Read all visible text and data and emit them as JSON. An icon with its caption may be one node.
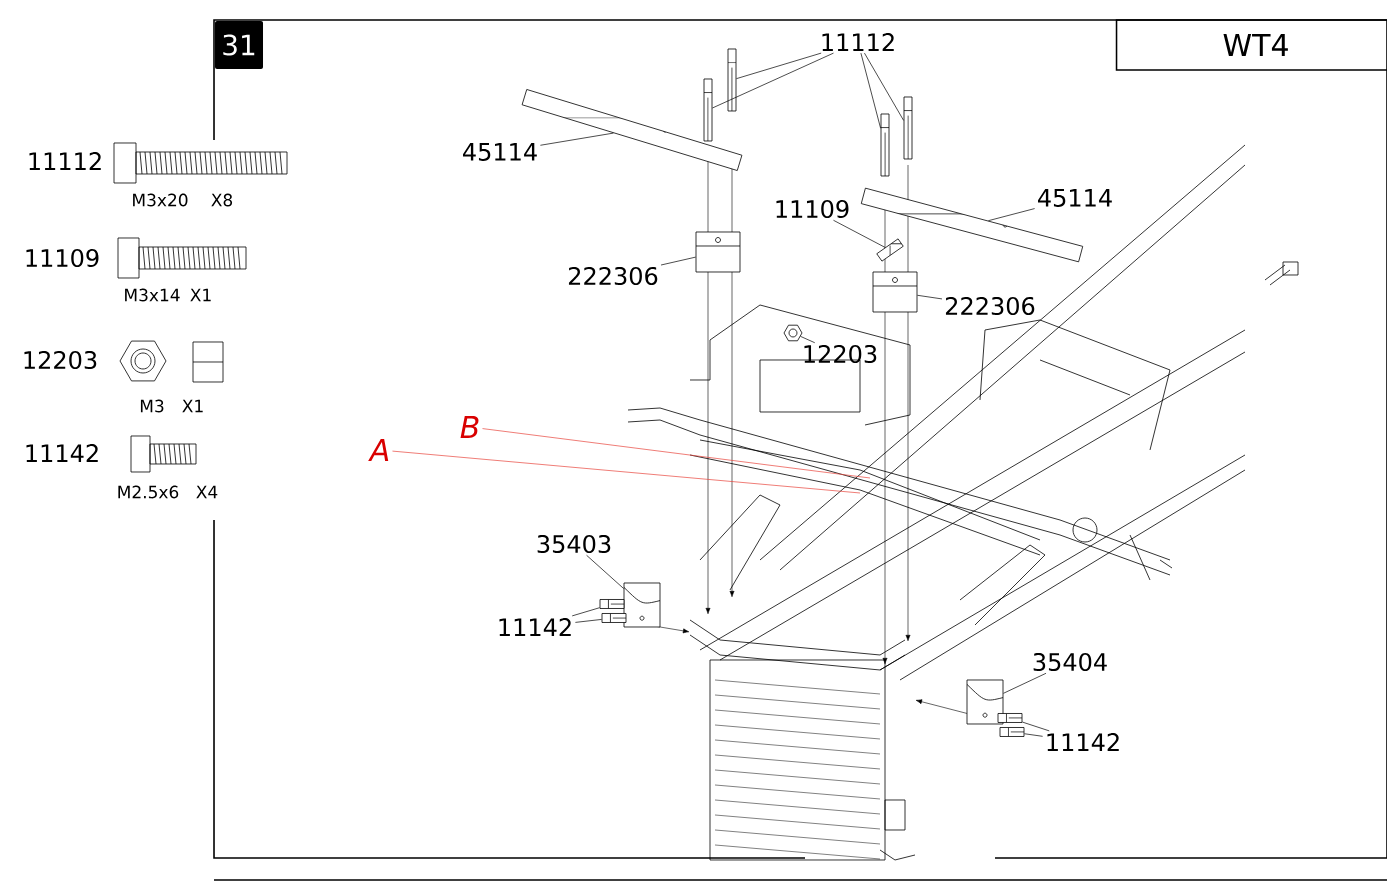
{
  "diagram": {
    "nodes": [
      {
        "text": [
          "31"
        ]
      },
      {
        "text": [
          "WT4"
        ]
      },
      {
        "text": [
          "45114"
        ]
      },
      {
        "text": [],
        "shape": "picture"
      },
      {
        "text": [
          "11112"
        ]
      },
      {
        "text": [],
        "shape": "picture"
      },
      {
        "text": [],
        "shape": "picture"
      },
      {
        "text": [],
        "shape": "picture"
      },
      {
        "text": [],
        "shape": "picture"
      },
      {
        "text": [
          "11109"
        ]
      },
      {
        "text": [],
        "shape": "picture"
      },
      {
        "text": [
          "45114"
        ]
      },
      {
        "text": [],
        "shape": "picture"
      },
      {
        "text": [
          "222306"
        ]
      },
      {
        "text": [],
        "shape": "picture"
      },
      {
        "text": [
          "222306"
        ]
      },
      {
        "text": [],
        "shape": "picture"
      },
      {
        "text": [
          "12203"
        ]
      },
      {
        "text": [],
        "shape": "picture"
      },
      {
        "text": [
          "35403"
        ]
      },
      {
        "text": [],
        "shape": "picture"
      },
      {
        "text": [
          "11142"
        ]
      },
      {
        "text": [],
        "shape": "picture"
      },
      {
        "text": [],
        "shape": "picture"
      },
      {
        "text": [
          "35404"
        ]
      },
      {
        "text": [],
        "shape": "picture"
      },
      {
        "text": [
          "11142"
        ]
      },
      {
        "text": [],
        "shape": "picture"
      },
      {
        "text": [],
        "shape": "picture"
      },
      {
        "text": [
          "A"
        ]
      },
      {
        "text": [
          "B"
        ]
      }
    ],
    "edges": [
      {
        "from": 2,
        "to": 3,
        "arrow": "none"
      },
      {
        "from": 4,
        "to": 5,
        "arrow": "none"
      },
      {
        "from": 4,
        "to": 6,
        "arrow": "none"
      },
      {
        "from": 4,
        "to": 7,
        "arrow": "none"
      },
      {
        "from": 4,
        "to": 8,
        "arrow": "none"
      },
      {
        "from": 9,
        "to": 10,
        "arrow": "none"
      },
      {
        "from": 11,
        "to": 12,
        "arrow": "none"
      },
      {
        "from": 13,
        "to": 14,
        "arrow": "none"
      },
      {
        "from": 15,
        "to": 16,
        "arrow": "none"
      },
      {
        "from": 17,
        "to": 18,
        "arrow": "none"
      },
      {
        "from": 19,
        "to": 20,
        "arrow": "none"
      },
      {
        "from": 21,
        "to": 22,
        "arrow": "none"
      },
      {
        "from": 21,
        "to": 23,
        "arrow": "none"
      },
      {
        "from": 24,
        "to": 25,
        "arrow": "none"
      },
      {
        "from": 26,
        "to": 27,
        "arrow": "none"
      },
      {
        "from": 26,
        "to": 28,
        "arrow": "none"
      },
      {
        "from": 29,
        "to": null,
        "arrow": "none",
        "color": "#e8453c"
      },
      {
        "from": 30,
        "to": null,
        "arrow": "none",
        "color": "#e8453c"
      }
    ],
    "labels": [
      "11112",
      "M3x20",
      "X8",
      "11109",
      "M3x14",
      "X1",
      "12203",
      "M3",
      "X1",
      "11142",
      "M2.5x6",
      "X4"
    ]
  }
}
